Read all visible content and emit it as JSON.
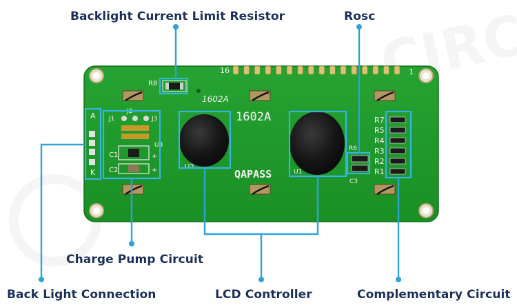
{
  "labels": {
    "backlight_resistor": "Backlight Current Limit Resistor",
    "rosc": "Rosc",
    "charge_pump": "Charge Pump Circuit",
    "backlight_connection": "Back Light Connection",
    "lcd_controller": "LCD Controller",
    "complementary": "Complementary Circuit"
  },
  "board": {
    "pin16": "16",
    "pin1": "1",
    "r8": "R8",
    "model_small": "1602A",
    "model_large": "1602A",
    "j1": "J1",
    "j2": "J2",
    "j3": "J3",
    "u3": "U3",
    "c1": "C1",
    "c2": "C2",
    "u2": "U2",
    "u1": "U1",
    "brand": "QAPASS",
    "pin_a": "A",
    "pin_k": "K",
    "r6": "R6",
    "c3": "C3",
    "r_labels": [
      "R7",
      "R5",
      "R4",
      "R3",
      "R2",
      "R1"
    ]
  },
  "watermark": "CIRCUIT",
  "colors": {
    "pcb": "#1f9a2a",
    "label_text": "#1a2f5a",
    "callout": "#2da3d6",
    "blob": "#141414"
  }
}
